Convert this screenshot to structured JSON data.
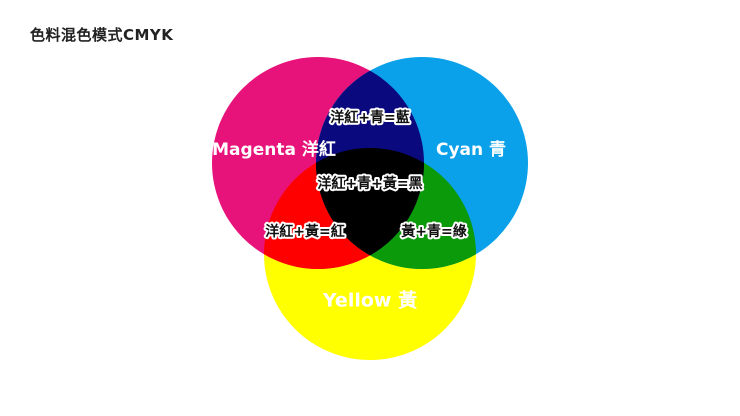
{
  "title": "色料混色模式CMYK",
  "colors": {
    "magenta": "#E8137A",
    "cyan": "#0AA0EA",
    "yellow": "#FFFF00",
    "blue": "#0A0A7E",
    "red": "#FF0000",
    "green": "#0A9A0A",
    "black": "#000000"
  },
  "labels": {
    "magenta": "Magenta 洋紅",
    "cyan": "Cyan 青",
    "yellow": "Yellow 黃",
    "magenta_cyan": "洋紅+青=藍",
    "all_three": "洋紅+青+黃=黑",
    "magenta_yellow": "洋紅+黃=紅",
    "yellow_cyan": "黃+青=綠"
  }
}
